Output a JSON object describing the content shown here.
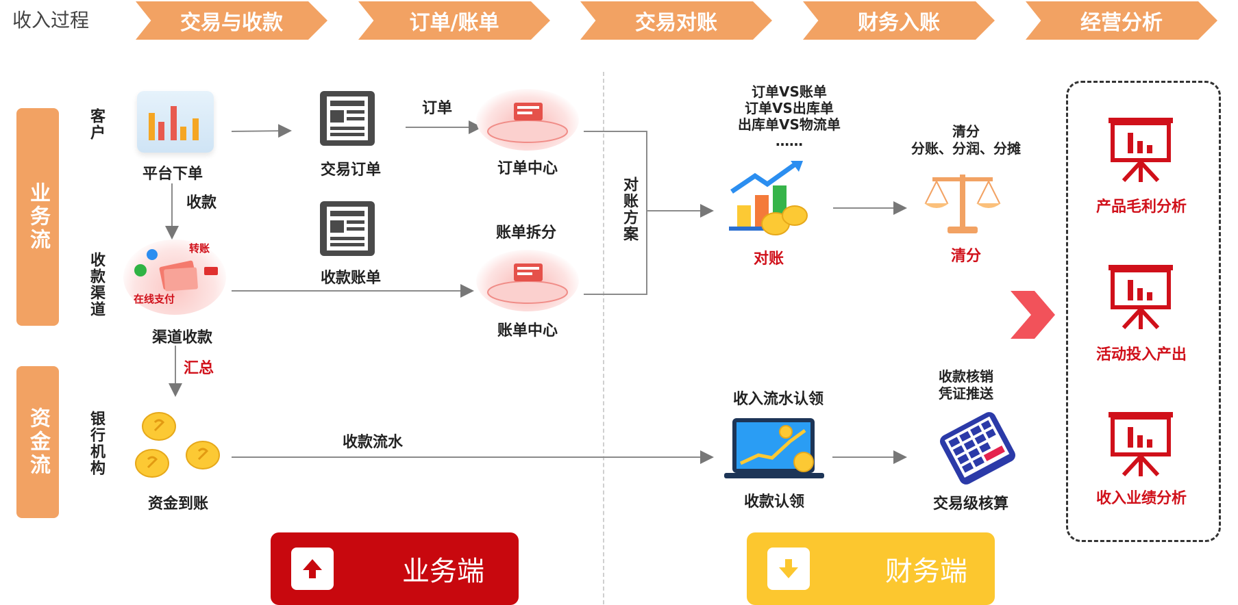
{
  "title": "收入过程",
  "stages": [
    "交易与收款",
    "订单/账单",
    "交易对账",
    "财务入账",
    "经营分析"
  ],
  "side_tags": {
    "business": "业务流",
    "funds": "资金流"
  },
  "row_labels": {
    "customer": "客户",
    "channel": "收款渠道",
    "bank": "银行机构"
  },
  "nodes": {
    "platform_order": "平台下单",
    "trade_order": "交易订单",
    "order_center": "订单中心",
    "payment_bill": "收款账单",
    "bill_split": "账单拆分",
    "bill_center": "账单中心",
    "channel_collect": "渠道收款",
    "funds_arrival": "资金到账",
    "reconcile": "对账",
    "clearing": "清分",
    "collection_claim": "收款认领",
    "trade_accounting": "交易级核算"
  },
  "channel_badges": {
    "transfer": "转账",
    "online_pay": "在线支付"
  },
  "edge_labels": {
    "order": "订单",
    "collect": "收款",
    "summary": "汇总",
    "bank_flow": "收款流水",
    "recon_scheme": "对账方案"
  },
  "recon_notes": [
    "订单VS账单",
    "订单VS出库单",
    "出库单VS物流单",
    "……"
  ],
  "clearing_notes": [
    "清分",
    "分账、分润、分摊"
  ],
  "claim_note": "收入流水认领",
  "writeoff_notes": [
    "收款核销",
    "凭证推送"
  ],
  "analysis": [
    "产品毛利分析",
    "活动投入产出",
    "收入业绩分析"
  ],
  "ends": {
    "business": "业务端",
    "finance": "财务端"
  },
  "colors": {
    "accent": "#f2a263",
    "red": "#c8080e",
    "yellow": "#fcc72f"
  }
}
